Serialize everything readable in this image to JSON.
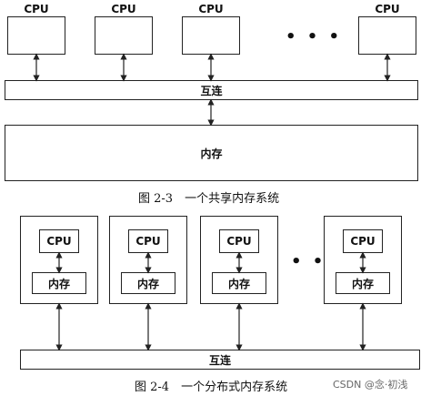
{
  "figure_shared": {
    "cpu_label": "CPU",
    "ellipsis": "• • •",
    "interconnect_label": "互连",
    "memory_label": "内存",
    "caption": "图 2-3　一个共享内存系统"
  },
  "figure_distributed": {
    "cpu_label": "CPU",
    "memory_label": "内存",
    "ellipsis": "• • •",
    "interconnect_label": "互连",
    "caption": "图 2-4　一个分布式内存系统"
  },
  "watermark": "CSDN @念·初浅"
}
